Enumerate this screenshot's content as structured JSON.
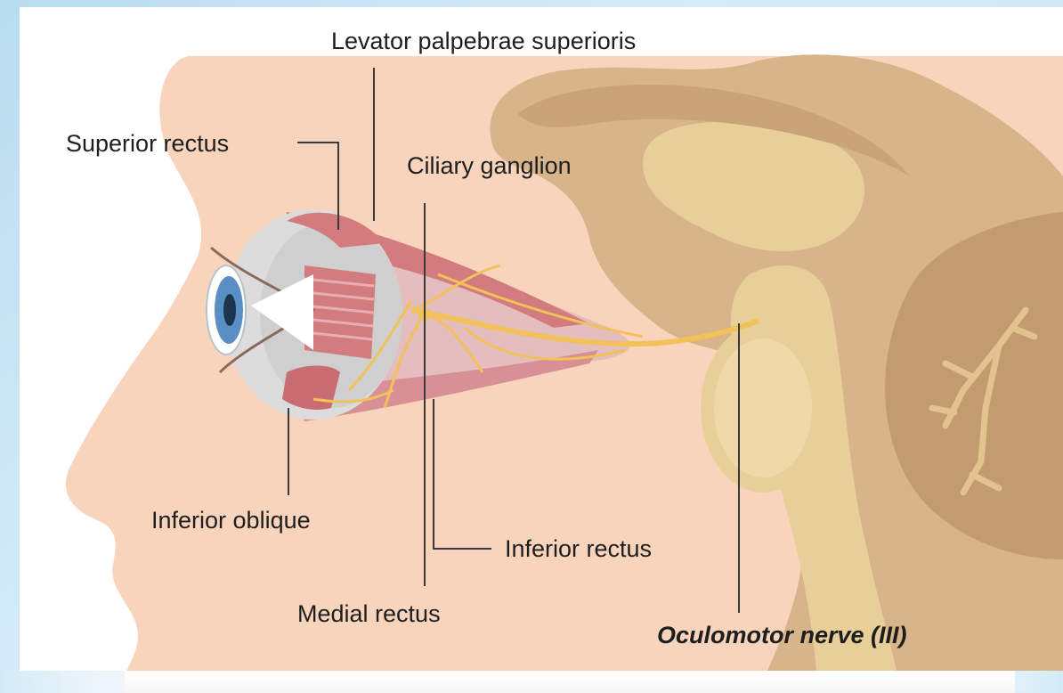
{
  "diagram": {
    "labels": {
      "levator": "Levator palpebrae superioris",
      "superior_rectus": "Superior rectus",
      "ciliary_ganglion": "Ciliary ganglion",
      "inferior_oblique": "Inferior oblique",
      "inferior_rectus": "Inferior rectus",
      "medial_rectus": "Medial rectus",
      "oculomotor_nerve": "Oculomotor nerve (III)"
    },
    "colors": {
      "skin": "#f9d4bd",
      "brain_outer": "#d7b48a",
      "brain_inner": "#e8cf9a",
      "cerebellum": "#c39b71",
      "nerve": "#f3c15a",
      "muscle": "#d27c80",
      "eye_white": "#dcdcdc",
      "iris": "#5a8fc4"
    }
  }
}
